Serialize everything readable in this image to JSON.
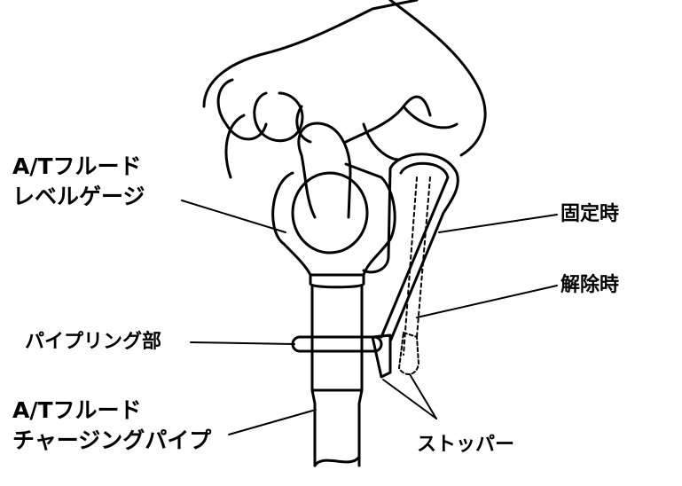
{
  "labels": {
    "level_gauge_line1": "A/Tフルード",
    "level_gauge_line2": "レベルゲージ",
    "fixed": "固定時",
    "released": "解除時",
    "pipe_ring": "パイプリング部",
    "charging_pipe_line1": "A/Tフルード",
    "charging_pipe_line2": "チャージングパイプ",
    "stopper": "ストッパー"
  }
}
